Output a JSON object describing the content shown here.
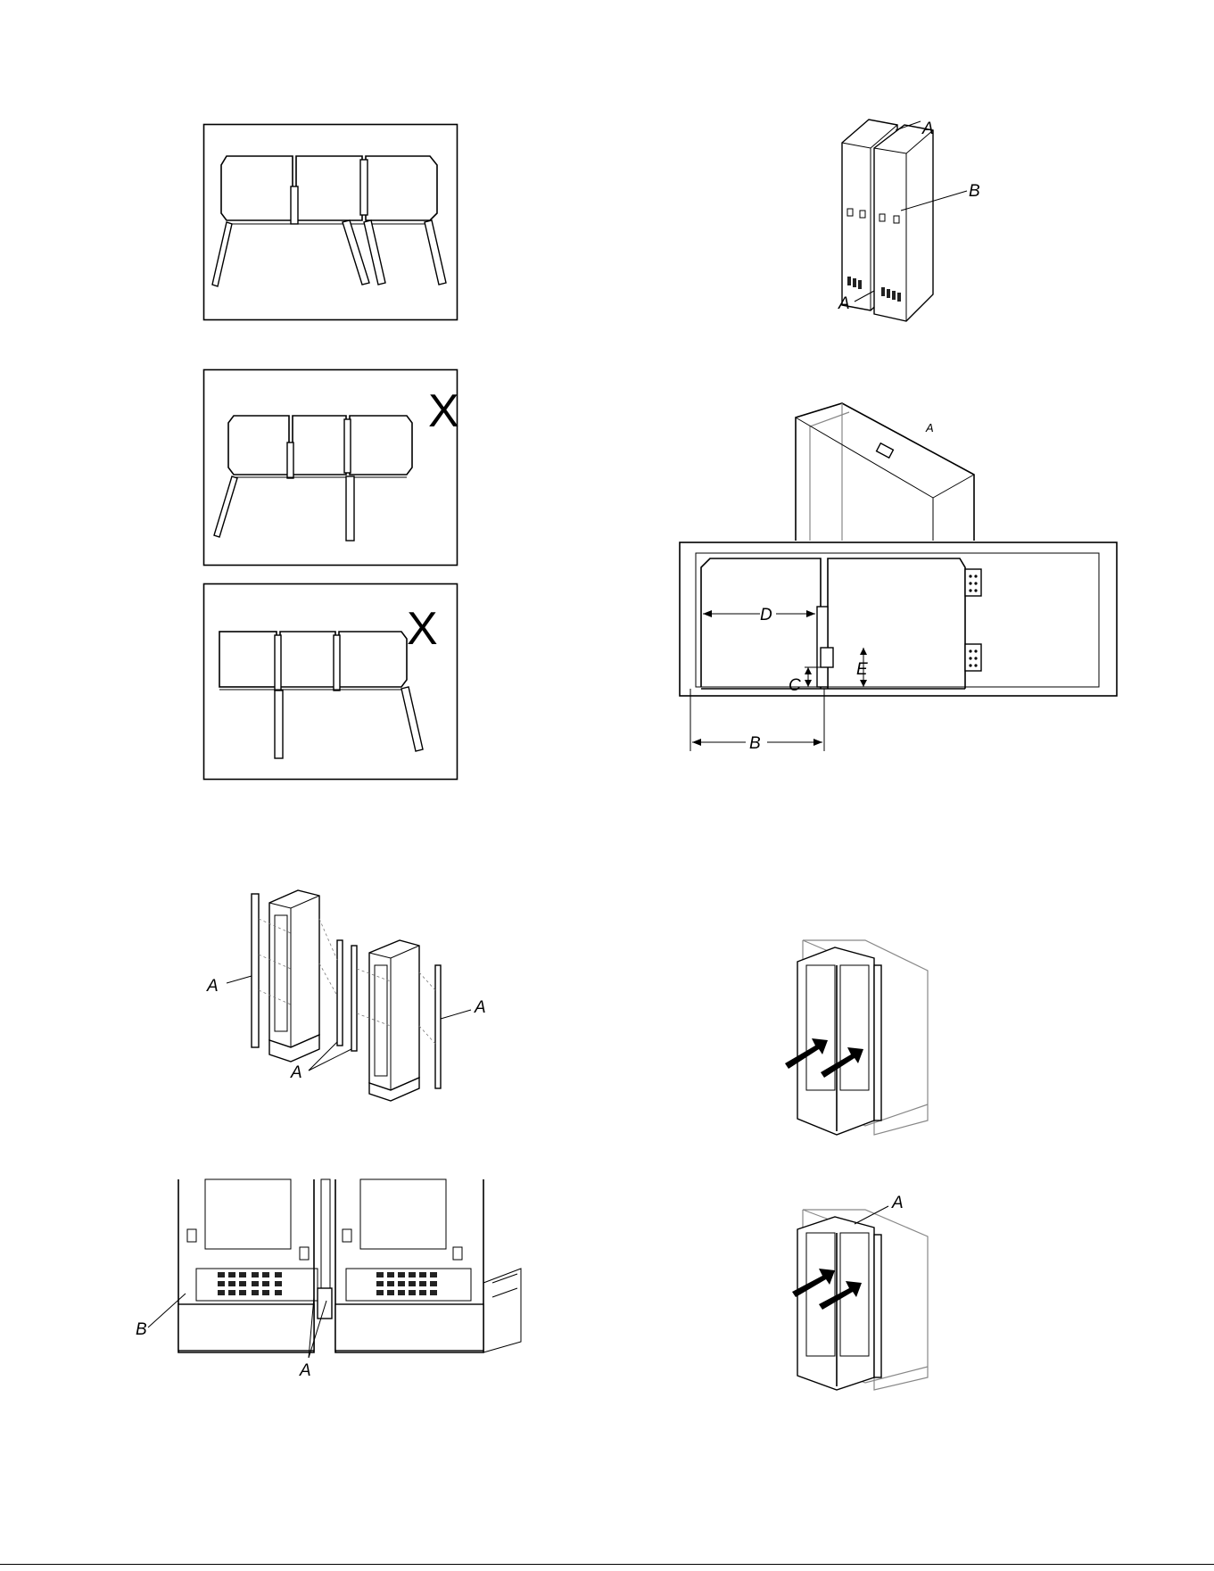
{
  "figures": {
    "hinge_correct": {
      "labels": []
    },
    "hinge_wrong_1": {
      "mark": "X"
    },
    "hinge_wrong_2": {
      "mark": "X"
    },
    "trim_strips": {
      "label_a": "A"
    },
    "toe_kick": {
      "label_a": "A",
      "label_b": "B"
    },
    "units_joined": {
      "label_a": "A",
      "label_b": "B"
    },
    "cabinet_opening": {
      "label_a": "A",
      "label_b": "B",
      "label_c": "C",
      "label_d": "D",
      "label_e": "E"
    },
    "push_in_1": {
      "arrows": 2
    },
    "push_in_2": {
      "label_a": "A",
      "arrows": 2
    }
  }
}
